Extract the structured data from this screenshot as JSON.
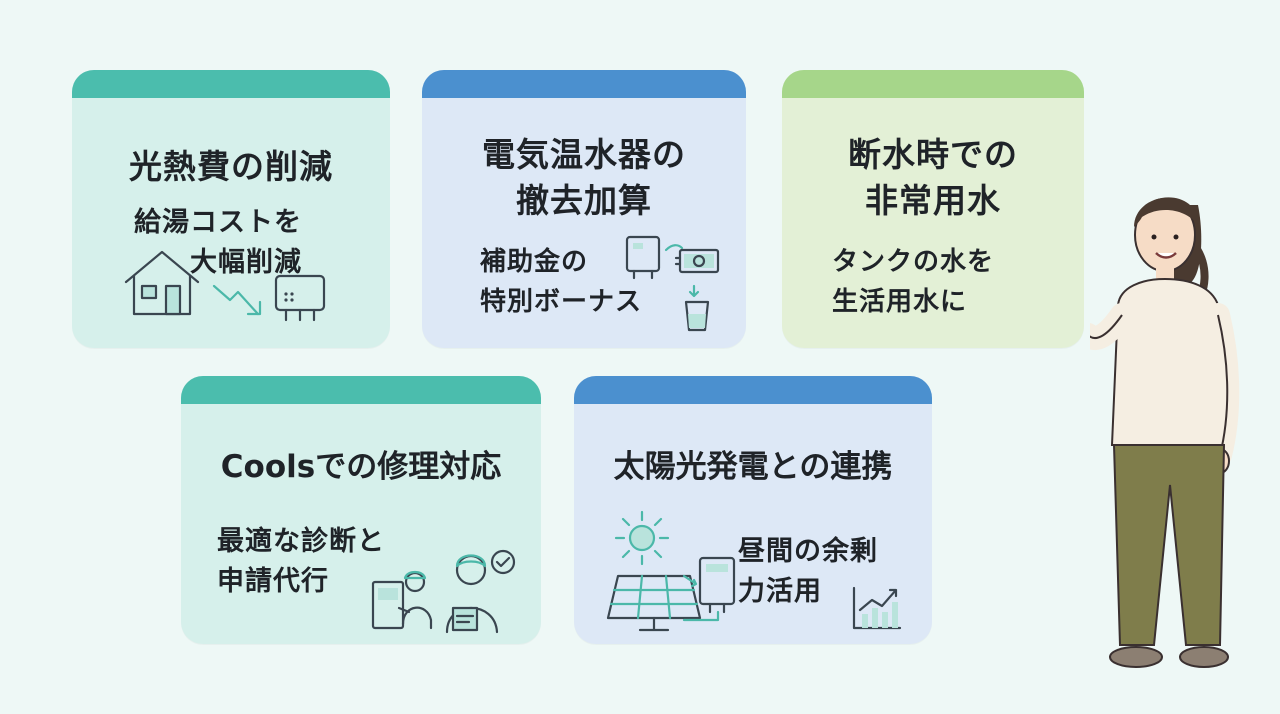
{
  "colors": {
    "background": "#eef8f6",
    "teal": "#4bbdad",
    "blue": "#4b90cf",
    "green": "#a6d68a"
  },
  "cards": [
    {
      "title_lines": [
        "光熱費の削減"
      ],
      "sub_lines": [
        "給湯コストを",
        "大幅削減"
      ],
      "icons": [
        "house-icon",
        "down-trend-arrow-icon",
        "water-heater-icon"
      ]
    },
    {
      "title_lines": [
        "電気温水器の",
        "撤去加算"
      ],
      "sub_lines": [
        "補助金の",
        "特別ボーナス"
      ],
      "icons": [
        "water-heater-icon",
        "cash-icon",
        "water-glass-icon"
      ]
    },
    {
      "title_lines": [
        "断水時での",
        "非常用水"
      ],
      "sub_lines": [
        "タンクの水を",
        "生活用水に"
      ],
      "icons": []
    },
    {
      "title_lines": [
        "Coolsでの修理対応"
      ],
      "sub_lines": [
        "最適な診断と",
        "申請代行"
      ],
      "icons": [
        "technician-icon",
        "consultant-icon",
        "checkmark-icon"
      ]
    },
    {
      "title_lines": [
        "太陽光発電との連携"
      ],
      "sub_lines": [
        "昼間の余剰",
        "力活用"
      ],
      "icons": [
        "sun-icon",
        "solar-panel-icon",
        "water-heater-icon",
        "growth-chart-icon"
      ]
    }
  ]
}
